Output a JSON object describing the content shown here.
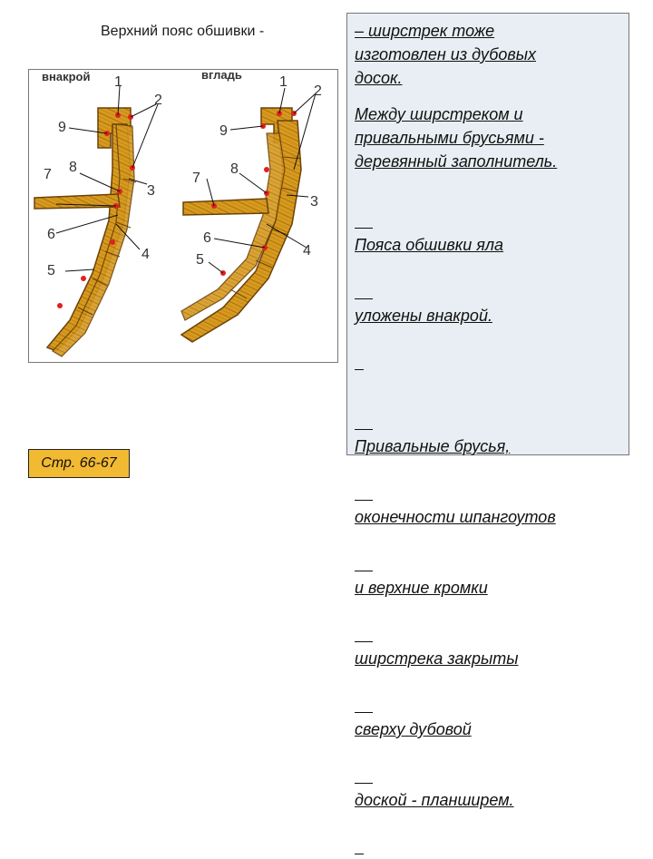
{
  "title": "Верхний пояс обшивки -",
  "figure": {
    "left_caption": "внакрой",
    "right_caption": "вгладь",
    "left_labels": [
      "1",
      "2",
      "9",
      "7",
      "8",
      "3",
      "6",
      "4",
      "5"
    ],
    "right_labels": [
      "1",
      "2",
      "9",
      "7",
      "8",
      "3",
      "6",
      "5",
      "4"
    ],
    "colors": {
      "wood": "#d79a1e",
      "wood_dark": "#8a5a10",
      "marker": "#e02020"
    }
  },
  "text_panel": {
    "paragraphs": [
      {
        "lines": [
          "– ширстрек тоже",
          "изготовлен из дубовых",
          "досок."
        ]
      },
      {
        "lines": [
          "Между ширстреком и",
          "привальными брусьями -",
          "деревянный заполнитель."
        ]
      },
      {
        "lines": [
          "  Пояса обшивки яла",
          "уложены внакрой."
        ]
      },
      {
        "lines": [
          "   Привальные брусья,",
          "оконечности шпангоутов",
          "и верхние кромки",
          "ширстрека закрыты",
          "сверху дубовой",
          "доской - планширем."
        ]
      }
    ]
  },
  "page_ref": "Стр. 66-67"
}
